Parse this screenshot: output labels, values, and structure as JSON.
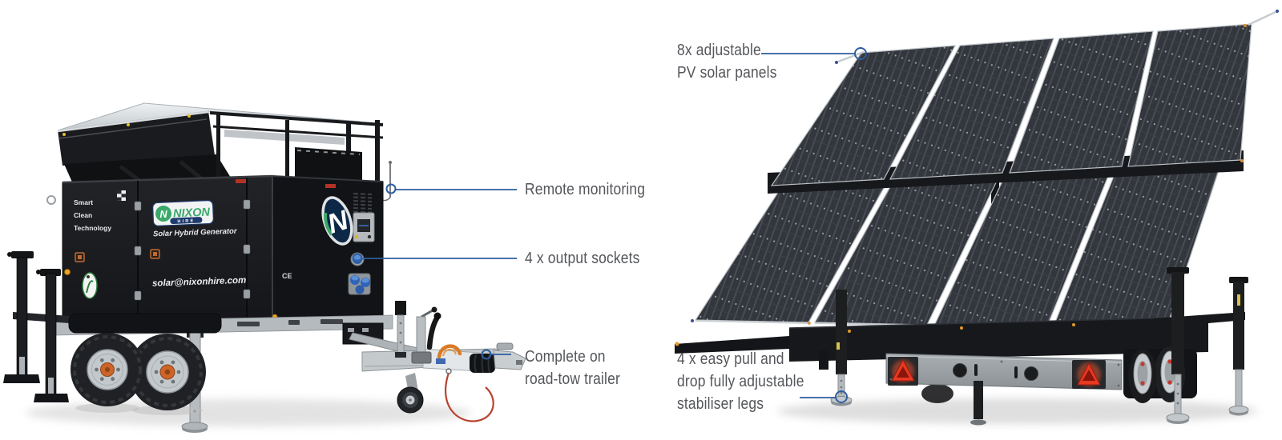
{
  "callouts": {
    "remote_monitoring": {
      "label": "Remote monitoring"
    },
    "output_sockets": {
      "label": "4 x output sockets"
    },
    "road_tow": {
      "line1": "Complete on",
      "line2": "road-tow trailer"
    },
    "pv_panels": {
      "line1": "8x adjustable",
      "line2": "PV solar panels"
    },
    "stabiliser_legs": {
      "line1": "4 x easy pull and",
      "line2": "drop fully adjustable",
      "line3": "stabiliser legs"
    }
  },
  "generator": {
    "brand": "NIXON",
    "brand_sub": "HIRE",
    "brand_initial": "N",
    "emblem_letter": "N",
    "product": "Solar Hybrid Generator",
    "email": "solar@nixonhire.com",
    "side_line1": "Smart",
    "side_line2": "Clean",
    "side_line3": "Technology",
    "ce_mark": "CE"
  },
  "colors": {
    "callout_line": "#2e5d9d",
    "callout_text": "#54565b",
    "brand_green": "#3aa869",
    "brand_navy": "#1e3a6e",
    "socket_blue": "#2f65b8",
    "reflector_red": "#e8391f",
    "hub_orange": "#cc6429"
  }
}
